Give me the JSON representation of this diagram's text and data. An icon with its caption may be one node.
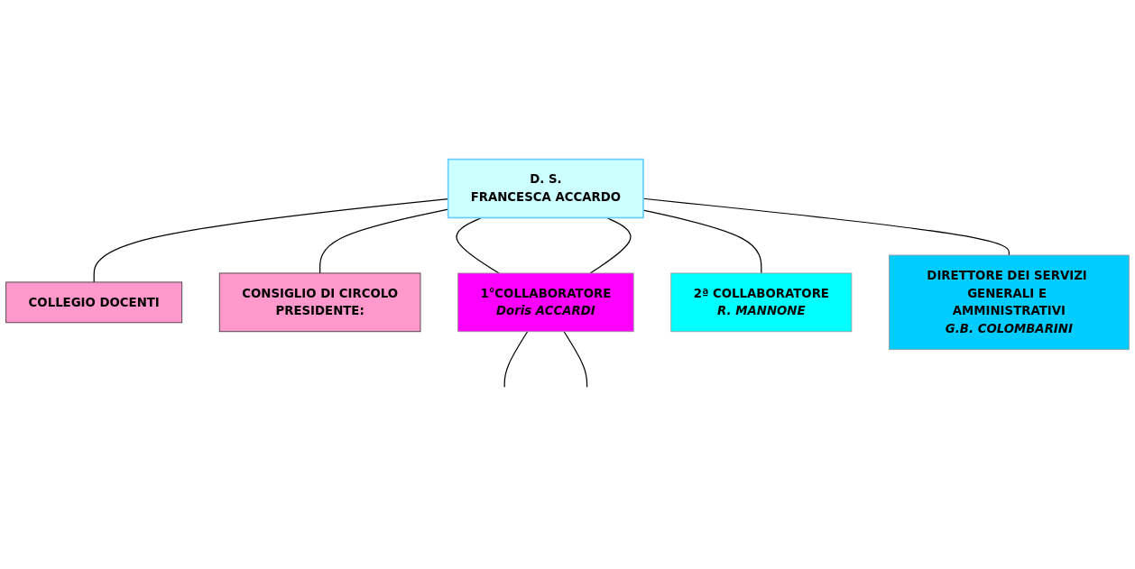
{
  "diagram": {
    "nodes": [
      {
        "text": [
          "D. S.",
          "FRANCESCA ACCARDO"
        ]
      },
      {
        "text": [
          "COLLEGIO DOCENTI"
        ]
      },
      {
        "text": [
          "CONSIGLIO DI CIRCOLO",
          "PRESIDENTE:"
        ]
      },
      {
        "text": [
          "1°COLLABORATORE",
          "Doris ACCARDI"
        ]
      },
      {
        "text": [
          "2ª COLLABORATORE",
          "R. MANNONE"
        ]
      },
      {
        "text": [
          "DIRETTORE DEI SERVIZI GENERALI E AMMINISTRATIVI",
          "G.B. COLOMBARINI"
        ]
      }
    ],
    "edges": [
      {
        "from": 0,
        "to": 1,
        "arrow": "none"
      },
      {
        "from": 0,
        "to": 2,
        "arrow": "none"
      },
      {
        "from": 0,
        "to": 4,
        "arrow": "none"
      },
      {
        "from": 0,
        "to": 3,
        "arrow": "none"
      },
      {
        "from": 0,
        "to": 3,
        "arrow": "none"
      },
      {
        "from": 0,
        "to": 5,
        "arrow": "none"
      },
      {
        "from": 3,
        "to": null,
        "arrow": "none"
      },
      {
        "from": 3,
        "to": null,
        "arrow": "none"
      }
    ]
  }
}
